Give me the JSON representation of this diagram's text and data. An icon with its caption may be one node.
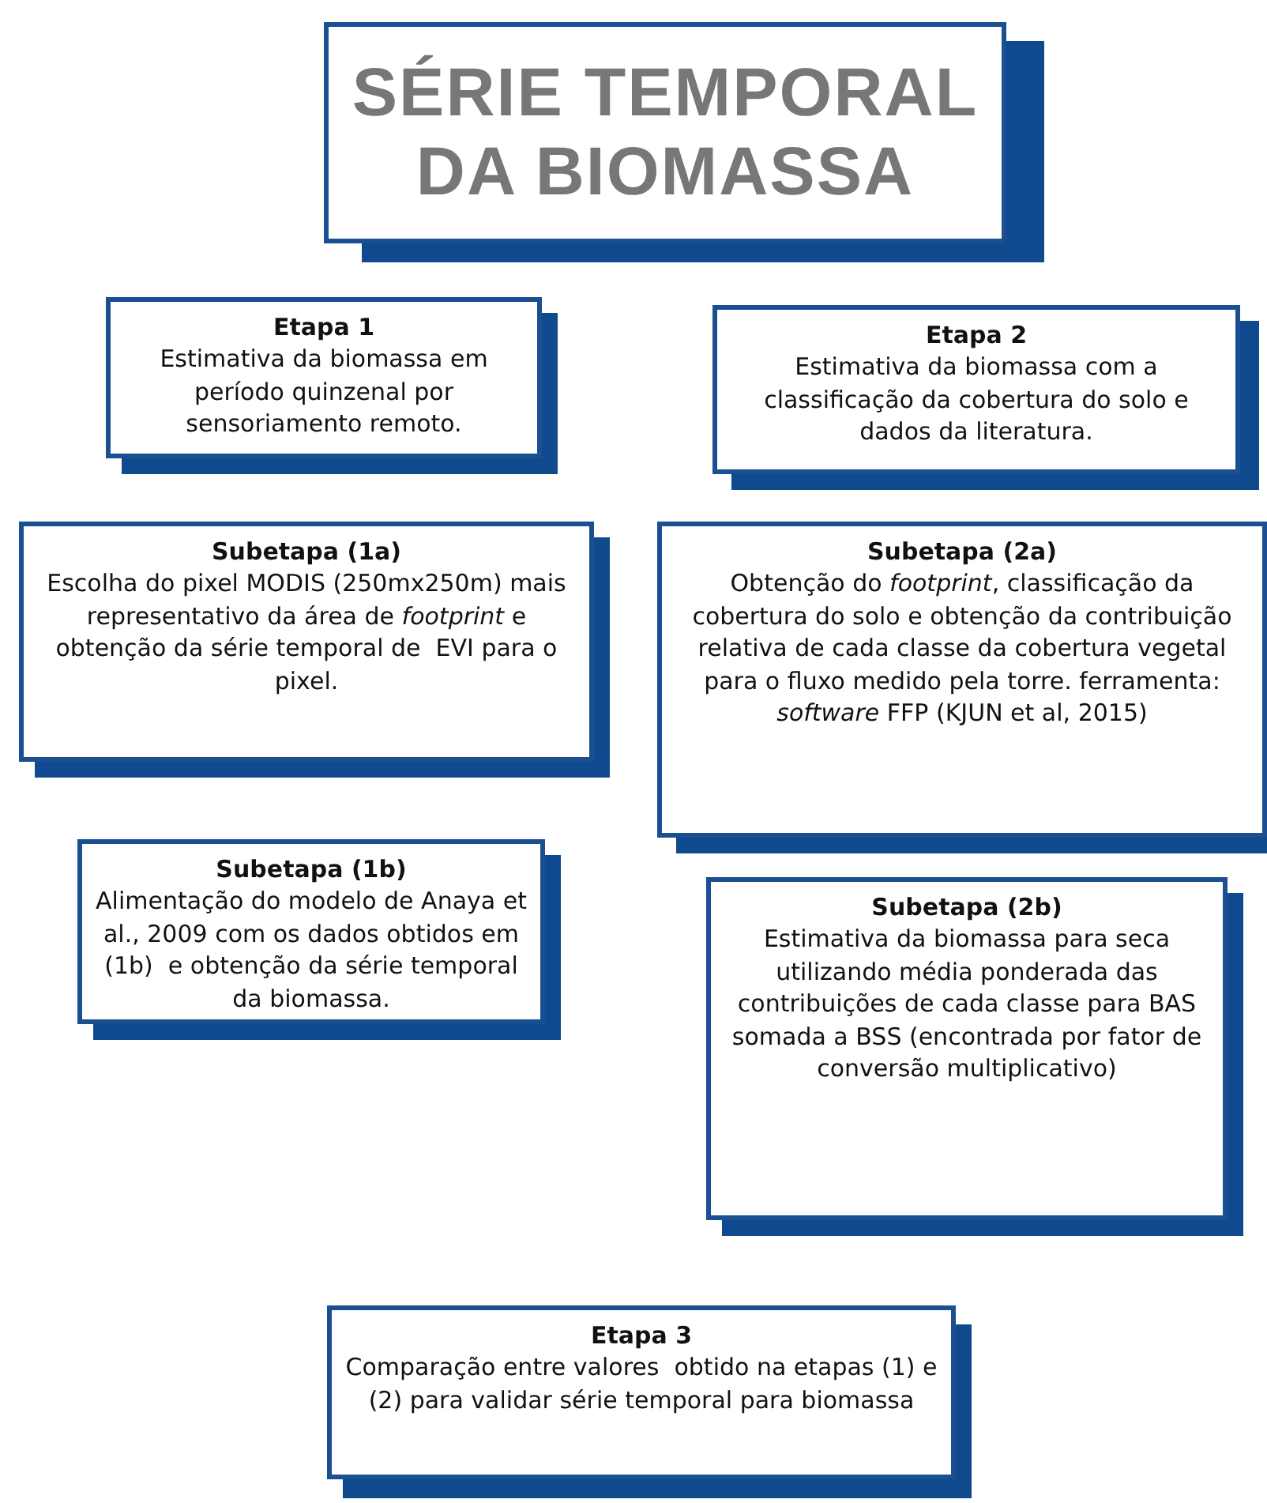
{
  "diagram": {
    "nodes": [
      {
        "text": [
          "SÉRIE TEMPORAL DA BIOMASSA"
        ]
      },
      {
        "text": [
          "Etapa 1",
          "Estimativa da biomassa em período quinzenal por sensoriamento remoto."
        ]
      },
      {
        "text": [
          "Etapa 2",
          "Estimativa da biomassa com a classificação da cobertura do solo e dados da literatura."
        ]
      },
      {
        "text": [
          "Subetapa (1a)",
          "Escolha do pixel MODIS (250mx250m) mais representativo da área de *footprint* e obtenção da série temporal de  EVI para o pixel."
        ]
      },
      {
        "text": [
          "Subetapa (2a)",
          "Obtenção do *footprint*, classificação da cobertura do solo e obtenção da contribuição relativa de cada classe da cobertura vegetal para o fluxo medido pela torre. ferramenta: *software* FFP (KJUN et al, 2015)"
        ]
      },
      {
        "text": [
          "Subetapa (1b)",
          "Alimentação do modelo de Anaya et al., 2009 com os dados obtidos em (1b)  e obtenção da série temporal da biomassa."
        ]
      },
      {
        "text": [
          "Subetapa (2b)",
          "Estimativa da biomassa para seca utilizando média ponderada das contribuições de cada classe para BAS somada a BSS (encontrada por fator de conversão multiplicativo)"
        ]
      },
      {
        "text": [
          "Etapa 3",
          "Comparação entre valores  obtido na etapas (1) e (2) para validar série temporal para biomassa"
        ]
      }
    ]
  }
}
